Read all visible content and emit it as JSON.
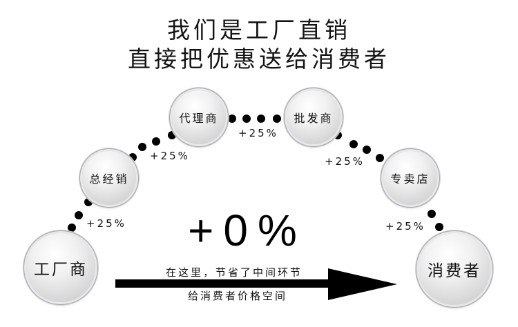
{
  "title": {
    "line1": "我们是工厂直销",
    "line2": "直接把优惠送给消费者"
  },
  "nodes": [
    {
      "id": "factory",
      "label": "工厂商"
    },
    {
      "id": "general-distributor",
      "label": "总经销"
    },
    {
      "id": "agent",
      "label": "代理商"
    },
    {
      "id": "wholesaler",
      "label": "批发商"
    },
    {
      "id": "retail-store",
      "label": "专卖店"
    },
    {
      "id": "consumer",
      "label": "消费者"
    }
  ],
  "markups": [
    {
      "between": "工厂商→总经销",
      "label": "+25%"
    },
    {
      "between": "总经销→代理商",
      "label": "+25%"
    },
    {
      "between": "代理商→批发商",
      "label": "+25%"
    },
    {
      "between": "批发商→专卖店",
      "label": "+25%"
    },
    {
      "between": "专卖店→消费者",
      "label": "+25%"
    }
  ],
  "direct": {
    "markup": "+0%",
    "caption_line1": "在这里，节省了中间环节",
    "caption_line2": "给消费者价格空间"
  },
  "colors": {
    "text": "#111111",
    "dots": "#000000",
    "node_fill": "#d9d9d9",
    "node_ring": "#a7a7ad",
    "background": "#ffffff"
  }
}
